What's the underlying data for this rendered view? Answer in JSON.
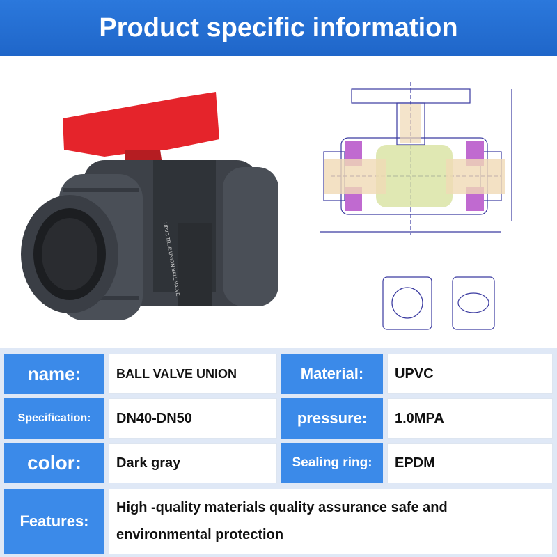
{
  "banner": {
    "title": "Product specific information"
  },
  "table": {
    "rows": [
      {
        "label": "name:",
        "value": "BALL VALVE UNION",
        "label2": "Material:",
        "value2": "UPVC"
      },
      {
        "label": "Specification:",
        "value": "DN40-DN50",
        "label2": "pressure:",
        "value2": "1.0MPA"
      },
      {
        "label": "color:",
        "value": "Dark gray",
        "label2": "Sealing ring:",
        "value2": "EPDM"
      }
    ],
    "features": {
      "label": "Features:",
      "line1": "High -quality materials quality assurance safe and",
      "line2": "environmental protection"
    }
  },
  "colors": {
    "banner": "#2b78dc",
    "label_cell": "#3b8ae9",
    "handle": "#e5242b",
    "valve_body": "#3d4148"
  }
}
